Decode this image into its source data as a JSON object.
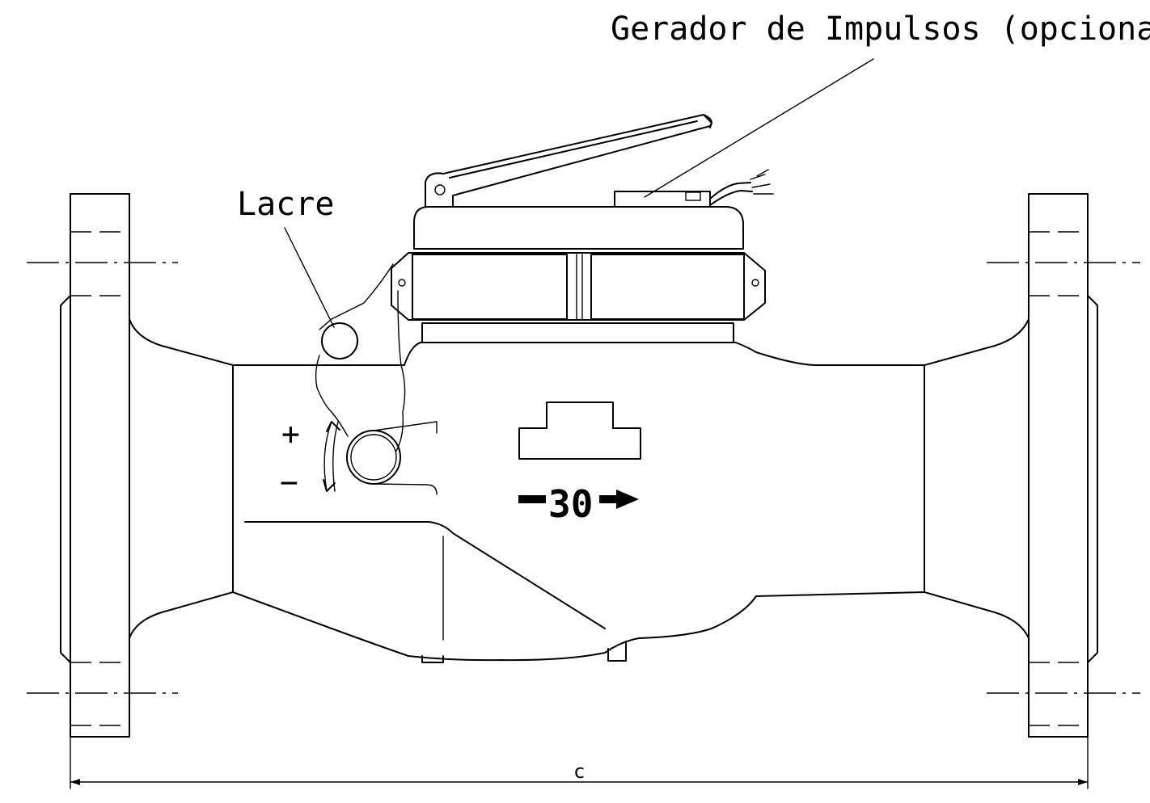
{
  "labels": {
    "pulse_generator": "Gerador de Impulsos (opcional)",
    "seal": "Lacre",
    "dimension": "c",
    "plus": "+",
    "minus": "−",
    "flow_number": "30"
  },
  "colors": {
    "line": "#000000",
    "background": "#ffffff"
  }
}
